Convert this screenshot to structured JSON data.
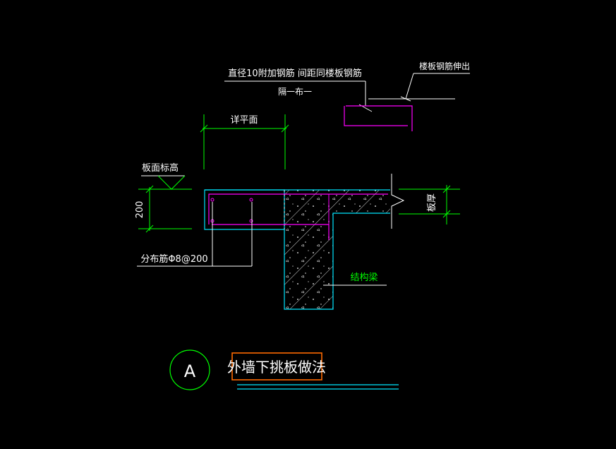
{
  "labels": {
    "rebar_note": "直径10附加钢筋 间距同楼板钢筋",
    "spacing_note": "隔一布一",
    "slab_rebar_extend": "楼板钢筋伸出",
    "detail_plan": "详平面",
    "slab_top_elev": "板面标高",
    "dim_200": "200",
    "slab_thickness": "板厚",
    "dist_rebar": "分布筋Φ8@200",
    "struct_beam": "结构梁",
    "detail_id": "A",
    "detail_title": "外墙下挑板做法"
  },
  "colors": {
    "background": "#000000",
    "white": "#ffffff",
    "green": "#00ff00",
    "cyan": "#00e5ff",
    "magenta": "#ff00ff",
    "title_box": "#ff6a00"
  }
}
